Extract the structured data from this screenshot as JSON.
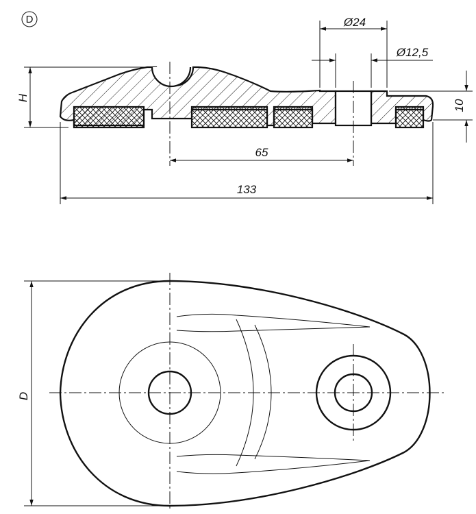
{
  "variant_marker": "D",
  "dimensions": {
    "hole_outer_dia": "Ø24",
    "hole_inner_dia": "Ø12,5",
    "height_symbol": "H",
    "pad_thickness": "10",
    "center_distance": "65",
    "overall_length": "133",
    "width_symbol": "D"
  }
}
